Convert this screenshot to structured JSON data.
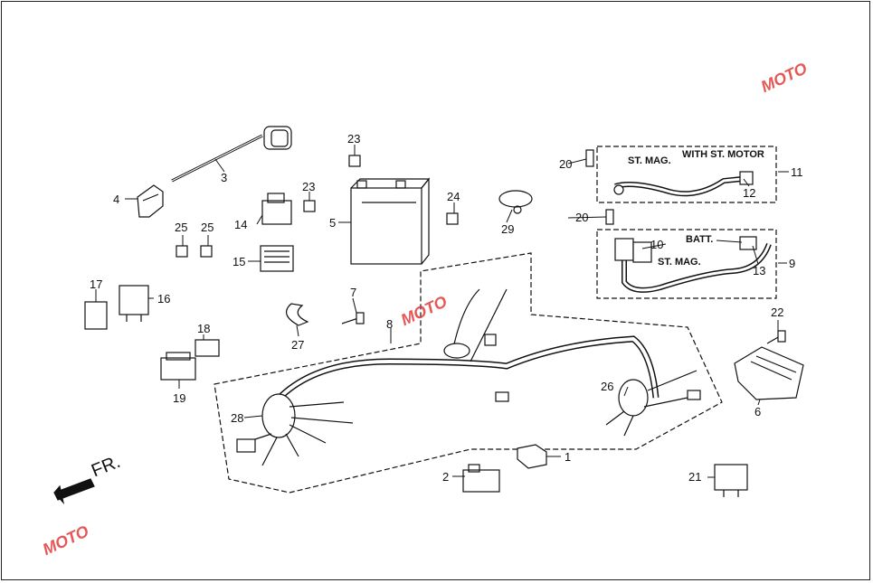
{
  "diagram": {
    "direction_label": "FR.",
    "captions": {
      "st_mag_upper": "ST. MAG.",
      "with_st_motor": "WITH ST. MOTOR",
      "batt": "BATT.",
      "st_mag_lower": "ST. MAG."
    },
    "watermark": "MOTO",
    "callouts": [
      {
        "id": "1",
        "text": "1"
      },
      {
        "id": "2",
        "text": "2"
      },
      {
        "id": "3",
        "text": "3"
      },
      {
        "id": "4",
        "text": "4"
      },
      {
        "id": "5",
        "text": "5"
      },
      {
        "id": "6",
        "text": "6"
      },
      {
        "id": "7",
        "text": "7"
      },
      {
        "id": "8",
        "text": "8"
      },
      {
        "id": "9",
        "text": "9"
      },
      {
        "id": "10",
        "text": "10"
      },
      {
        "id": "11",
        "text": "11"
      },
      {
        "id": "12",
        "text": "12"
      },
      {
        "id": "13",
        "text": "13"
      },
      {
        "id": "14",
        "text": "14"
      },
      {
        "id": "15",
        "text": "15"
      },
      {
        "id": "16",
        "text": "16"
      },
      {
        "id": "17",
        "text": "17"
      },
      {
        "id": "18",
        "text": "18"
      },
      {
        "id": "19",
        "text": "19"
      },
      {
        "id": "20a",
        "text": "20"
      },
      {
        "id": "20b",
        "text": "20"
      },
      {
        "id": "21",
        "text": "21"
      },
      {
        "id": "22",
        "text": "22"
      },
      {
        "id": "23a",
        "text": "23"
      },
      {
        "id": "23b",
        "text": "23"
      },
      {
        "id": "24",
        "text": "24"
      },
      {
        "id": "25a",
        "text": "25"
      },
      {
        "id": "25b",
        "text": "25"
      },
      {
        "id": "26",
        "text": "26"
      },
      {
        "id": "27",
        "text": "27"
      },
      {
        "id": "28",
        "text": "28"
      },
      {
        "id": "29",
        "text": "29"
      }
    ]
  }
}
